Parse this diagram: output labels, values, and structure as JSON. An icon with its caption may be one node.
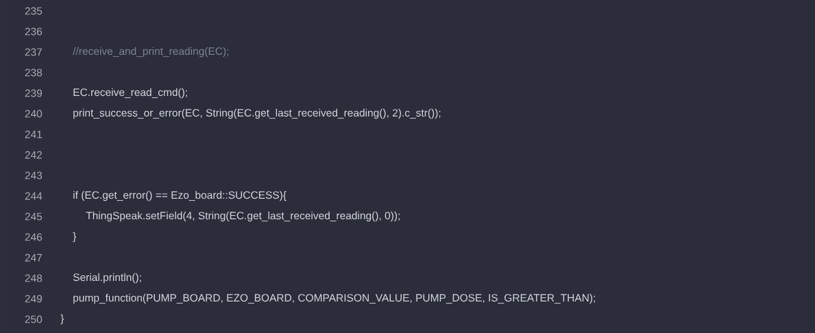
{
  "diagram": {
    "labels": [
      "235",
      "236",
      "237",
      "//receive_and_print_reading(EC);",
      "238",
      "239",
      "EC.receive_read_cmd();",
      "240",
      "print_success_or_error(EC, String(EC.get_last_received_reading(), 2).c_str());",
      "241",
      "242",
      "243",
      "244",
      "if (EC.get_error() == Ezo_board::SUCCESS){",
      "245",
      "ThingSpeak.setField(4, String(EC.get_last_received_reading(), 0));",
      "246",
      "}",
      "247",
      "248",
      "Serial.println();",
      "249",
      "pump_function(PUMP_BOARD, EZO_BOARD, COMPARISON_VALUE, PUMP_DOSE, IS_GREATER_THAN);",
      "250",
      "}"
    ]
  }
}
